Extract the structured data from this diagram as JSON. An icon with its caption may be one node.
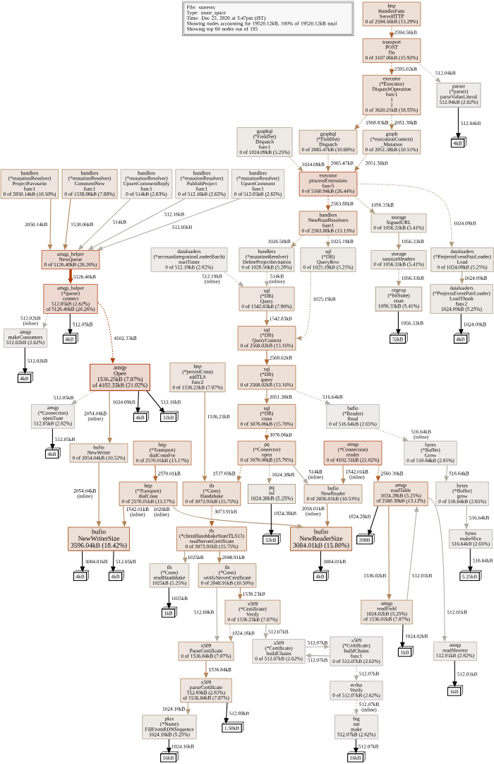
{
  "diagram": {
    "nodes": [
      {
        "text": [
          "File: storesvc",
          "Type: inuse_space",
          "Time: Dec 22, 2020 at 3:47pm (IST)",
          "Showing nodes accounting for 19520.12kB, 100% of 19520.12kB total",
          "Showing top 60 nodes out of 195"
        ]
      },
      {
        "text": [
          "http",
          "HandlerFunc",
          "ServeHTTP",
          "0 of 2594.56kB (13.29%)"
        ]
      },
      {
        "text": [
          "transport",
          "POST",
          "Do",
          "0 of 3107.06kB (15.92%)"
        ]
      },
      {
        "text": [
          "executor",
          "(*Executor)",
          "DispatchOperation",
          "func1",
          "1",
          "1",
          "0 of 3620.21kB (18.55%)"
        ]
      },
      {
        "text": [
          "parser",
          "(*parser)",
          "parseValueLiteral",
          "512.04kB (2.62%)"
        ]
      },
      {
        "text": [
          "4kB"
        ]
      },
      {
        "text": [
          "graphql",
          "(*FieldSet)",
          "Dispatch",
          "func1",
          "0 of 1024.09kB (5.25%)"
        ]
      },
      {
        "text": [
          "graphql",
          "(*FieldSet)",
          "Dispatch",
          "0 of 2085.47kB (10.68%)"
        ]
      },
      {
        "text": [
          "graph",
          "(*executionContext)",
          "_Mutation",
          "0 of 2051.38kB (10.51%)"
        ]
      },
      {
        "text": [
          "executor",
          "processExtensions",
          "func5",
          "0 of 5160.94kB (26.44%)"
        ]
      },
      {
        "text": [
          "handlers",
          "NewRootResolvers",
          "func1",
          "0 of 2563.88kB (13.13%)"
        ]
      },
      {
        "text": [
          "storage",
          "SignedURL",
          "0 of 1056.33kB (5.41%)"
        ]
      },
      {
        "text": [
          "dataloaders",
          "(*ProjectsEventPairLoader)",
          "Load",
          "0 of 1024.09kB (5.25%)"
        ]
      },
      {
        "text": [
          "dataloaders",
          "(*ProjectsEventPairLoader)",
          "LoadThunk",
          "func2",
          "1024.09kB (5.25%)"
        ]
      },
      {
        "text": [
          "storage",
          "sanitizeHeaders",
          "0 of 1056.33kB (5.41%)"
        ]
      },
      {
        "text": [
          "handlers",
          "(*mutationResolver)",
          "ProjectFavourite",
          "func1",
          "0 of 2050.14kB (10.50%)"
        ]
      },
      {
        "text": [
          "handlers",
          "(*mutationResolver)",
          "CommentNew",
          "func1",
          "0 of 1538.06kB (7.88%)"
        ]
      },
      {
        "text": [
          "handlers",
          "(*mutationResolver)",
          "UpsertCommentReply",
          "func1",
          "0 of 514kB (2.63%)"
        ]
      },
      {
        "text": [
          "handlers",
          "(*mutationResolver)",
          "PublishProject",
          "func1",
          "0 of 512.16kB (2.62%)"
        ]
      },
      {
        "text": [
          "handlers",
          "(*mutationResolver)",
          "UpsertComment",
          "func1",
          "0 of 512.05kB (2.62%)"
        ]
      },
      {
        "text": [
          "dataloaders",
          "(*accountIntegrationLoaderBatch)",
          "startTimer",
          "0 of 512.19kB (2.62%)"
        ]
      },
      {
        "text": [
          "handlers",
          "(*mutationResolver)",
          "DeleteProjectInvitation",
          "0 of 1026.50kB (5.26%)"
        ]
      },
      {
        "text": [
          "sql",
          "(*DB)",
          "QueryRow",
          "0 of 1025.19kB (5.25%)"
        ]
      },
      {
        "text": [
          "amqp_helper",
          "NewQueue",
          "0 of 5126.40kB (26.26%)"
        ]
      },
      {
        "text": [
          "regexp",
          "(*bitState)",
          "reset",
          "1056.33kB (5.41%)"
        ]
      },
      {
        "text": [
          "sql",
          "(*DB)",
          "Query",
          "0 of 1542.83kB (7.90%)"
        ]
      },
      {
        "text": [
          "4kB"
        ]
      },
      {
        "text": [
          "amqp_helper",
          "(*queue)",
          "connect",
          "512.05kB (2.62%)",
          "of 5126.40kB (26.26%)"
        ]
      },
      {
        "text": [
          "sql",
          "(*DB)",
          "QueryContext",
          "0 of 2568.02kB (13.16%)"
        ]
      },
      {
        "text": [
          "32kB"
        ]
      },
      {
        "text": [
          "4kB"
        ]
      },
      {
        "text": [
          "sql",
          "(*DB)",
          "query",
          "0 of 2568.02kB (13.16%)"
        ]
      },
      {
        "text": [
          "amqp",
          "Open",
          "1536.25kB (7.87%)",
          "of 4102.33kB (21.02%)"
        ]
      },
      {
        "text": [
          "amqp",
          "makeConsumers",
          "512.02kB (2.62%)"
        ]
      },
      {
        "text": [
          "sql",
          "(*DB)",
          "conn",
          "0 of 3076.06kB (15.76%)"
        ]
      },
      {
        "text": [
          "bufio",
          "(*Reader)",
          "Read",
          "0 of 516.64kB (2.65%)"
        ]
      },
      {
        "text": [
          "bytes",
          "(*Buffer)",
          "Grow",
          "0 of 516.64kB (2.65%)"
        ]
      },
      {
        "text": [
          "http",
          "(*persistConn)",
          "addTLS",
          "func2",
          "0 of 1536.23kB (7.87%)"
        ]
      },
      {
        "text": [
          "http",
          "(*Transport)",
          "dialConnFor",
          "0 of 2570.01kB (13.17%)"
        ]
      },
      {
        "text": [
          "pq",
          "(*Connector)",
          "open",
          "0 of 3076.06kB (15.76%)"
        ]
      },
      {
        "text": [
          "amqp",
          "(*Connection)",
          "reader",
          "0 of 4102.31kB (21.02%)"
        ]
      },
      {
        "text": [
          "4kB"
        ]
      },
      {
        "text": [
          "4kB"
        ]
      },
      {
        "text": [
          "32kB"
        ]
      },
      {
        "text": [
          "amqp",
          "(*Connection)",
          "openTune",
          "512.05kB (2.62%)"
        ]
      },
      {
        "text": [
          "bufio",
          "NewWriter",
          "0 of 2054.04kB (10.52%)"
        ]
      },
      {
        "text": [
          "http",
          "(*Transport)",
          "dialConn",
          "0 of 2570.01kB (13.17%)"
        ]
      },
      {
        "text": [
          "tls",
          "(*Conn)",
          "Handshake",
          "0 of 3073.91kB (15.75%)"
        ]
      },
      {
        "text": [
          "pq",
          "ssl",
          "1024.38kB (5.25%)"
        ]
      },
      {
        "text": [
          "bufio",
          "NewReader",
          "0 of 2056.01kB (10.53%)"
        ]
      },
      {
        "text": [
          "amqp",
          "readTable",
          "1024.28kB (5.25%)",
          "of 2560.30kB (13.12%)"
        ]
      },
      {
        "text": [
          "bytes",
          "(*Buffer)",
          "grow",
          "0 of 516.64kB (2.65%)"
        ]
      },
      {
        "text": [
          "bufio",
          "NewWriterSize",
          "3596.04kB (18.42%)"
        ]
      },
      {
        "text": [
          "bufio",
          "NewReaderSize",
          "3084.01kB (15.80%)"
        ]
      },
      {
        "text": [
          "tls",
          "(*clientHandshakeStateTLS13)",
          "readServerCertificate",
          "0 of 3073.91kB (15.75%)"
        ]
      },
      {
        "text": [
          "bytes",
          "makeSlice",
          "516.64kB (2.65%)"
        ]
      },
      {
        "text": [
          "4kB"
        ]
      },
      {
        "text": [
          "32kB"
        ]
      },
      {
        "text": [
          "208B"
        ]
      },
      {
        "text": [
          "tls",
          "(*Conn)",
          "readHandshake",
          "1025kB (5.25%)"
        ]
      },
      {
        "text": [
          "tls",
          "(*Conn)",
          "verifyServerCertificate",
          "0 of 2048.91kB (10.50%)"
        ]
      },
      {
        "text": [
          "amqp",
          "readField",
          "1024.02kB (5.25%)",
          "of 1536.02kB (7.87%)"
        ]
      },
      {
        "text": [
          "amqp",
          "readShortstr",
          "512.01kB (2.62%)"
        ]
      },
      {
        "text": [
          "4kB"
        ]
      },
      {
        "text": [
          "4kB"
        ]
      },
      {
        "text": [
          "4kB"
        ]
      },
      {
        "text": [
          "5.25kB"
        ]
      },
      {
        "text": [
          "1kB"
        ]
      },
      {
        "text": [
          "x509",
          "(*Certificate)",
          "Verify",
          "0 of 1536.23kB (7.87%)"
        ]
      },
      {
        "text": [
          "1kB"
        ]
      },
      {
        "text": [
          "1kB"
        ]
      },
      {
        "text": [
          "x509",
          "ParseCertificate",
          "0 of 1536.84kB (7.87%)"
        ]
      },
      {
        "text": [
          "x509",
          "(*Certificate)",
          "buildChains",
          "0 of 512.07kB (2.62%)"
        ]
      },
      {
        "text": [
          "x509",
          "parseCertificate",
          "512.69kB (2.63%)",
          "of 1536.84kB (7.87%)"
        ]
      },
      {
        "text": [
          "x509",
          "(*Certificate)",
          "buildChains",
          "func1",
          "0 of 512.07kB (2.62%)"
        ]
      },
      {
        "text": [
          "1.50kB"
        ]
      },
      {
        "text": [
          "ecdsa",
          "Verify",
          "0 of 512.07kB (2.62%)"
        ]
      },
      {
        "text": [
          "pkix",
          "(*Name)",
          "FillFromRDNSequence",
          "1024.16kB (5.25%)"
        ]
      },
      {
        "text": [
          "big",
          "nat",
          "make",
          "512.07kB (2.62%)"
        ]
      },
      {
        "text": [
          "16kB"
        ]
      },
      {
        "text": [
          "16kB"
        ]
      }
    ],
    "edges": [
      {
        "from": 1,
        "to": 2,
        "label": "2594.56kB",
        "arrow": "to",
        "style": "dashed",
        "color": "#b2622e"
      },
      {
        "from": 2,
        "to": 3,
        "label": "2595.02kB",
        "arrow": "to",
        "style": "dashed",
        "color": "#b2622e"
      },
      {
        "from": 2,
        "to": 4,
        "label": "512.04kB",
        "arrow": "to",
        "style": "dashed",
        "color": "#b2ada3"
      },
      {
        "from": 4,
        "to": 5,
        "label": "512.04kB",
        "arrow": "to",
        "color": "#000000"
      },
      {
        "from": 3,
        "to": 7,
        "label": "1568.83kB",
        "arrow": "to",
        "style": "dashed",
        "color": "#b28559"
      },
      {
        "from": 3,
        "to": 8,
        "label": "2051.38kB",
        "arrow": "to",
        "style": "dashed",
        "color": "#b28559"
      },
      {
        "from": 6,
        "to": 9,
        "label": "1024.09kB",
        "arrow": "to",
        "style": "dashed",
        "color": "#b29c7d"
      },
      {
        "from": 7,
        "to": 9,
        "label": "2085.47kB",
        "arrow": "to",
        "style": "dashed",
        "color": "#b28559"
      },
      {
        "from": 8,
        "to": 9,
        "label": "2051.38kB",
        "arrow": "to",
        "style": "dashed",
        "color": "#b28559"
      },
      {
        "from": 9,
        "to": 10,
        "label": "2563.88kB",
        "arrow": "to",
        "style": "dashed",
        "color": "#b2622e"
      },
      {
        "from": 9,
        "to": 11,
        "label": "1056.33kB",
        "arrow": "to",
        "style": "dashed",
        "color": "#b29c7d"
      },
      {
        "from": 9,
        "to": 12,
        "label": "1024.09kB",
        "arrow": "to",
        "style": "dashed",
        "color": "#b29c7d"
      },
      {
        "from": 10,
        "to": 21,
        "label": "1026.50kB",
        "arrow": "to",
        "style": "dashed",
        "color": "#b29c7d"
      },
      {
        "from": 10,
        "to": 22,
        "label": "1025.19kB",
        "arrow": "to",
        "style": "dashed",
        "color": "#b29c7d"
      },
      {
        "from": 11,
        "to": 14,
        "label": "1056.33kB",
        "arrow": "to",
        "color": "#b29c7d"
      },
      {
        "from": 12,
        "to": 13,
        "label": "1024.09kB",
        "arrow": "to",
        "color": "#b29c7d"
      },
      {
        "from": 14,
        "to": 24,
        "label": "1056.33kB",
        "arrow": "to",
        "style": "dashed",
        "color": "#b29c7d"
      },
      {
        "from": 13,
        "to": 26,
        "label": "1024.09kB",
        "arrow": "to",
        "color": "#000000"
      },
      {
        "from": 24,
        "to": 29,
        "label": "1056.33kB",
        "arrow": "to",
        "color": "#000000"
      },
      {
        "from": 15,
        "to": 23,
        "label": "2050.14kB",
        "arrow": "to",
        "color": "#b28559"
      },
      {
        "from": 16,
        "to": 23,
        "label": "1538.06kB",
        "arrow": "to",
        "color": "#b28559"
      },
      {
        "from": 17,
        "to": 23,
        "label": "514kB",
        "arrow": "to",
        "color": "#b2ada3"
      },
      {
        "from": 18,
        "to": 23,
        "label": "512.16kB",
        "arrow": "to",
        "color": "#b2ada3"
      },
      {
        "from": 19,
        "to": 23,
        "label": "512.05kB",
        "arrow": "to",
        "color": "#b2ada3"
      },
      {
        "from": 20,
        "to": 25,
        "label": "512.19kB (inline)",
        "arrow": "to",
        "style": "dashed",
        "color": "#b2ada3"
      },
      {
        "from": 21,
        "to": 25,
        "label": "514kB (inline)",
        "arrow": "to",
        "style": "dashed",
        "color": "#b2ada3"
      },
      {
        "from": 22,
        "to": 28,
        "label": "1025.19kB",
        "arrow": "to",
        "style": "dashed",
        "color": "#b29c7d"
      },
      {
        "from": 25,
        "to": 28,
        "label": "1542.83kB",
        "arrow": "to",
        "color": "#b28559"
      },
      {
        "from": 28,
        "to": 31,
        "label": "2568.02kB",
        "arrow": "to",
        "color": "#b2622e"
      },
      {
        "from": 31,
        "to": 34,
        "label": "2051.38kB",
        "arrow": "to",
        "color": "#b28559"
      },
      {
        "from": 31,
        "to": 35,
        "label": "516.64kB",
        "arrow": "to",
        "style": "dashed",
        "color": "#b2ada3"
      },
      {
        "from": 23,
        "to": 27,
        "label": "5126.40kB",
        "arrow": "to",
        "style": "thick",
        "color": "#b23c00"
      },
      {
        "from": 27,
        "to": 30,
        "label": "512.05kB",
        "arrow": "to",
        "color": "#000000"
      },
      {
        "from": 27,
        "to": 33,
        "label": "512.02kB (inline)",
        "arrow": "to",
        "style": "dashed",
        "color": "#b2ada3"
      },
      {
        "from": 27,
        "to": 32,
        "label": "4102.33kB",
        "arrow": "to",
        "style": "dashed",
        "color": "#b23c00"
      },
      {
        "from": 33,
        "to": 41,
        "label": "512.02kB",
        "arrow": "to",
        "color": "#000000"
      },
      {
        "from": 32,
        "to": 44,
        "label": "512.05kB",
        "arrow": "to",
        "style": "dashed",
        "color": "#b2ada3"
      },
      {
        "from": 32,
        "to": 45,
        "label": "2054.04kB (inline)",
        "arrow": "to",
        "color": "#b28559"
      },
      {
        "from": 32,
        "to": 42,
        "label": "1024.09kB",
        "arrow": "to",
        "color": "#000000"
      },
      {
        "from": 32,
        "to": 43,
        "label": "512.16kB",
        "arrow": "to",
        "color": "#000000"
      },
      {
        "from": 34,
        "to": 39,
        "label": "3076.06kB",
        "arrow": "to",
        "style": "dashed",
        "color": "#b2622e"
      },
      {
        "from": 35,
        "to": 36,
        "label": "516.64kB (inline)",
        "arrow": "to",
        "style": "dashed",
        "color": "#b2ada3"
      },
      {
        "from": 36,
        "to": 51,
        "label": "516.64kB",
        "arrow": "to",
        "color": "#b2ada3"
      },
      {
        "from": 51,
        "to": 55,
        "label": "516.64kB",
        "arrow": "to",
        "color": "#b2ada3"
      },
      {
        "from": 55,
        "to": 66,
        "label": "516.64kB",
        "arrow": "to",
        "color": "#000000"
      },
      {
        "from": 37,
        "to": 47,
        "label": "1536.23kB",
        "arrow": "to",
        "color": "#b28559"
      },
      {
        "from": 38,
        "to": 46,
        "label": "2570.01kB",
        "arrow": "to",
        "color": "#b2622e"
      },
      {
        "from": 39,
        "to": 47,
        "label": "1537.69kB",
        "arrow": "to",
        "style": "dashed",
        "color": "#b28559"
      },
      {
        "from": 39,
        "to": 48,
        "label": "1024.38kB",
        "arrow": "to",
        "style": "dashed",
        "color": "#b29c7d"
      },
      {
        "from": 39,
        "to": 49,
        "label": "514kB (inline)",
        "arrow": "to",
        "color": "#b2ada3"
      },
      {
        "from": 40,
        "to": 49,
        "label": "1542.01kB (inline)",
        "arrow": "to",
        "color": "#b28559"
      },
      {
        "from": 40,
        "to": 50,
        "label": "2560.30kB",
        "arrow": "to",
        "style": "dashed",
        "color": "#b2622e"
      },
      {
        "from": 44,
        "to": 56,
        "label": "512.05kB",
        "arrow": "to",
        "color": "#000000"
      },
      {
        "from": 45,
        "to": 52,
        "label": "2054.04kB (inline)",
        "arrow": "to",
        "color": "#b28559"
      },
      {
        "from": 46,
        "to": 52,
        "label": "1542.01kB (inline)",
        "arrow": "to",
        "color": "#b28559"
      },
      {
        "from": 46,
        "to": 53,
        "label": "1028kB (inline)",
        "arrow": "to",
        "color": "#b29c7d"
      },
      {
        "from": 47,
        "to": 54,
        "label": "3073.91kB",
        "arrow": "to",
        "style": "dashed",
        "color": "#b2622e"
      },
      {
        "from": 48,
        "to": 57,
        "label": "1024.38kB",
        "arrow": "to",
        "color": "#000000"
      },
      {
        "from": 49,
        "to": 53,
        "label": "2056.01kB (inline)",
        "arrow": "to",
        "color": "#b28559"
      },
      {
        "from": 50,
        "to": 58,
        "label": "1024.28kB",
        "arrow": "to",
        "color": "#000000"
      },
      {
        "from": 50,
        "to": 61,
        "label": "1536.02kB",
        "arrow": "to",
        "color": "#b28559"
      },
      {
        "from": 61,
        "to": 50,
        "label": "512.01kB",
        "arrow": "to",
        "color": "#b2ada3"
      },
      {
        "from": 50,
        "to": 62,
        "label": "512.01kB",
        "arrow": "to",
        "color": "#b2ada3"
      },
      {
        "from": 52,
        "to": 63,
        "label": "3084.01kB",
        "arrow": "to",
        "color": "#000000"
      },
      {
        "from": 52,
        "to": 64,
        "label": "512.05kB",
        "arrow": "to",
        "color": "#000000"
      },
      {
        "from": 53,
        "to": 65,
        "label": "3084.01kB",
        "arrow": "to",
        "color": "#000000"
      },
      {
        "from": 54,
        "to": 59,
        "label": "1025kB",
        "arrow": "to",
        "color": "#b29c7d"
      },
      {
        "from": 54,
        "to": 60,
        "label": "2048.91kB",
        "arrow": "to",
        "color": "#b28559"
      },
      {
        "from": 59,
        "to": 67,
        "label": "1025kB",
        "arrow": "to",
        "color": "#000000"
      },
      {
        "from": 60,
        "to": 71,
        "label": "512.69kB",
        "arrow": "to",
        "color": "#b2ada3"
      },
      {
        "from": 60,
        "to": 68,
        "label": "1536.23kB",
        "arrow": "to",
        "color": "#b28559"
      },
      {
        "from": 61,
        "to": 69,
        "label": "1024.02kB",
        "arrow": "to",
        "color": "#000000"
      },
      {
        "from": 62,
        "to": 70,
        "label": "512.01kB",
        "arrow": "to",
        "color": "#000000"
      },
      {
        "from": 68,
        "to": 71,
        "label": "1024.16kB",
        "arrow": "to",
        "style": "dashed",
        "color": "#b29c7d"
      },
      {
        "from": 68,
        "to": 72,
        "label": "512.07kB",
        "arrow": "to",
        "color": "#b2ada3"
      },
      {
        "from": 71,
        "to": 73,
        "label": "1536.84kB",
        "arrow": "to",
        "color": "#b28559"
      },
      {
        "from": 72,
        "to": 74,
        "label": "512.07kB",
        "arrow": "to",
        "color": "#b2ada3"
      },
      {
        "from": 74,
        "to": 72,
        "label": "512.07kB",
        "arrow": "to",
        "color": "#b2ada3"
      },
      {
        "from": 73,
        "to": 75,
        "label": "512.69kB",
        "arrow": "to",
        "color": "#000000"
      },
      {
        "from": 73,
        "to": 77,
        "label": "1024.16kB",
        "arrow": "to",
        "color": "#b29c7d"
      },
      {
        "from": 74,
        "to": 76,
        "label": "512.07kB",
        "arrow": "to",
        "style": "dashed",
        "color": "#b2ada3"
      },
      {
        "from": 76,
        "to": 78,
        "label": "512.07kB (inline)",
        "arrow": "to",
        "style": "dashed",
        "color": "#b2ada3"
      },
      {
        "from": 77,
        "to": 79,
        "label": "1024.16kB",
        "arrow": "to",
        "color": "#000000"
      },
      {
        "from": 78,
        "to": 80,
        "label": "512.07kB",
        "arrow": "to",
        "color": "#000000"
      }
    ]
  }
}
